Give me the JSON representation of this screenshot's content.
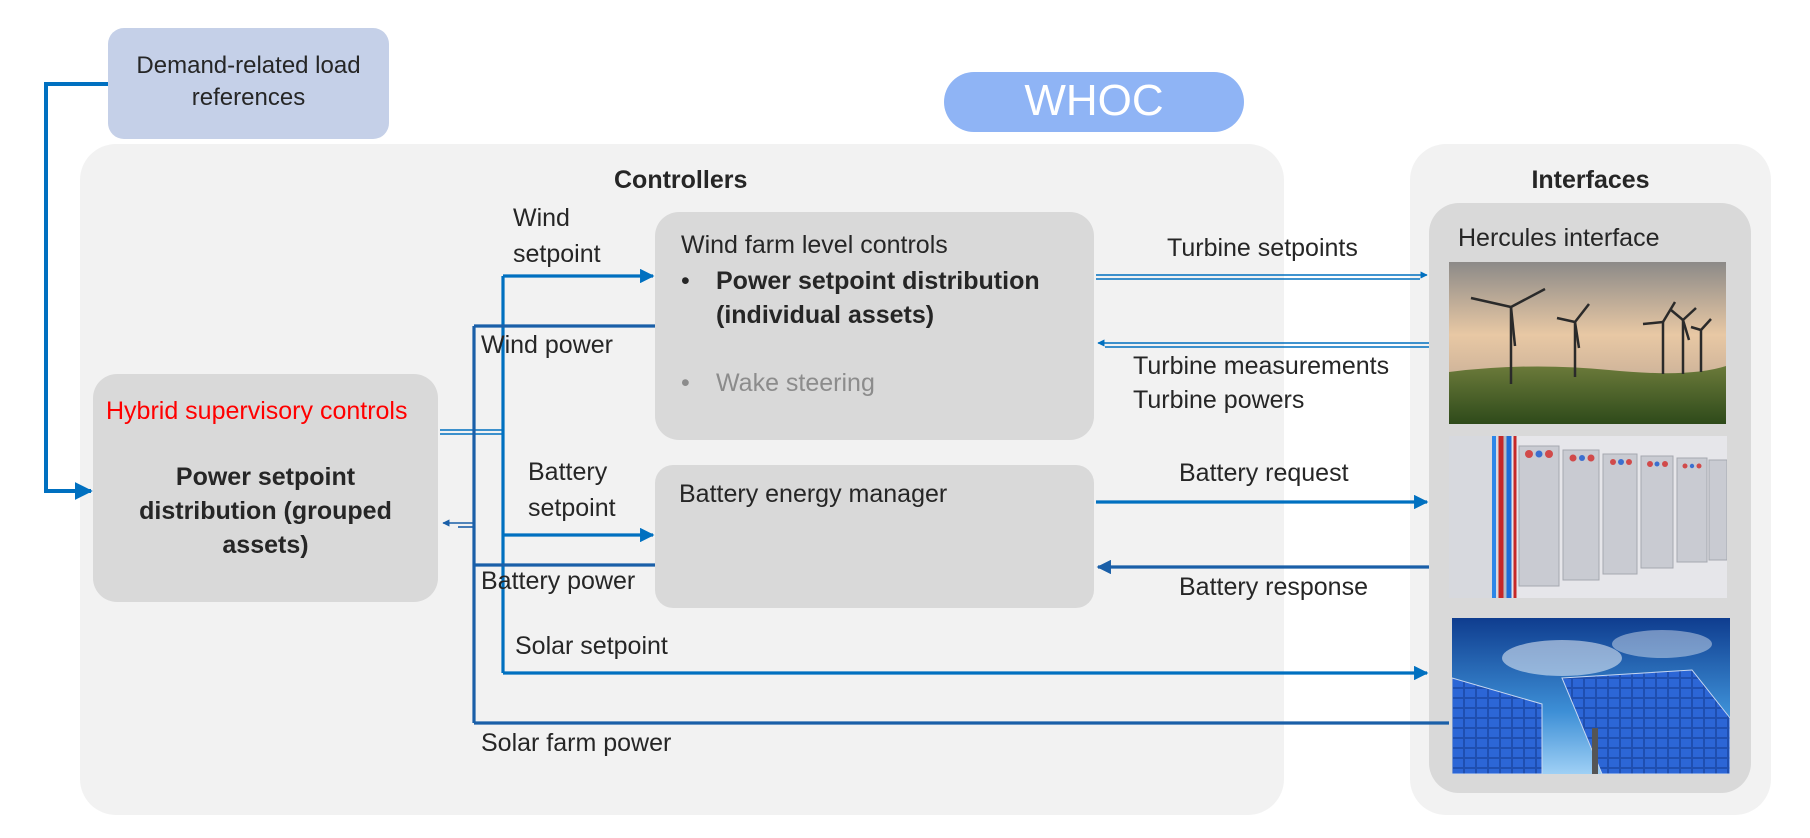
{
  "demand_box": {
    "text": "Demand-related load references"
  },
  "whoc_badge": {
    "text": "WHOC"
  },
  "controllers": {
    "title": "Controllers",
    "hybrid": {
      "title": "Hybrid supervisory controls",
      "body": "Power setpoint distribution (grouped assets)"
    },
    "wind_farm": {
      "title": "Wind farm level controls",
      "bullet1": "Power setpoint distribution (individual assets)",
      "bullet2": "Wake steering"
    },
    "battery": {
      "title": "Battery energy manager"
    }
  },
  "interfaces": {
    "title": "Interfaces",
    "hercules_title": "Hercules interface",
    "images": [
      "wind-turbines-photo",
      "battery-storage-photo",
      "solar-panels-photo"
    ]
  },
  "labels": {
    "wind_setpoint": "Wind setpoint",
    "wind_power": "Wind power",
    "battery_setpoint": "Battery setpoint",
    "battery_power": "Battery power",
    "solar_setpoint": "Solar setpoint",
    "solar_farm_power": "Solar farm power",
    "turbine_setpoints": "Turbine setpoints",
    "turbine_measurements": "Turbine measurements",
    "turbine_powers": "Turbine powers",
    "battery_request": "Battery request",
    "battery_response": "Battery response"
  },
  "colors": {
    "arrow": "#0070c0",
    "hybrid_title": "#ff0000",
    "whoc": "#8fb4f5",
    "demand_box": "#c5d0e8",
    "panel": "#f2f2f2",
    "card": "#d9d9d9",
    "wake_steering": "#8c8c8c"
  }
}
